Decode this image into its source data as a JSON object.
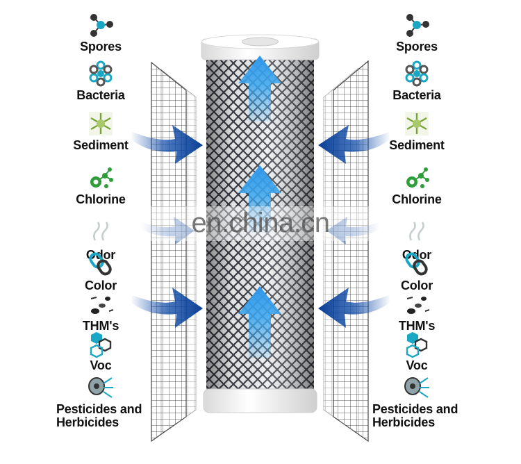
{
  "watermark": "en.china.cn",
  "contaminants": {
    "left": [
      {
        "label": "Spores",
        "icon": "spores-molecule-icon"
      },
      {
        "label": "Bacteria",
        "icon": "bacteria-ring-icon"
      },
      {
        "label": "Sediment",
        "icon": "sediment-crystal-icon"
      },
      {
        "label": "Chlorine",
        "icon": "chlorine-molecule-icon"
      },
      {
        "label": "Odor",
        "icon": "odor-icon"
      },
      {
        "label": "Color",
        "icon": "color-chain-icon"
      },
      {
        "label": "THM's",
        "icon": "thm-particles-icon"
      },
      {
        "label": "Voc",
        "icon": "voc-hexagons-icon"
      },
      {
        "label": "Pesticides and Herbicides",
        "icon": "pesticide-cell-icon"
      }
    ],
    "right": [
      {
        "label": "Spores",
        "icon": "spores-molecule-icon"
      },
      {
        "label": "Bacteria",
        "icon": "bacteria-ring-icon"
      },
      {
        "label": "Sediment",
        "icon": "sediment-crystal-icon"
      },
      {
        "label": "Chlorine",
        "icon": "chlorine-molecule-icon"
      },
      {
        "label": "Odor",
        "icon": "odor-icon"
      },
      {
        "label": "Color",
        "icon": "color-chain-icon"
      },
      {
        "label": "THM's",
        "icon": "thm-particles-icon"
      },
      {
        "label": "Voc",
        "icon": "voc-hexagons-icon"
      },
      {
        "label": "Pesticides and Herbicides",
        "icon": "pesticide-cell-icon"
      }
    ]
  },
  "colors": {
    "flow_arrow_dark": "#0d4aa8",
    "flow_arrow_light": "#3aa6ef",
    "cartridge_cap": "#f4f4f4",
    "carbon_mesh": "#3c3f45",
    "icon_teal": "#1aa7c4",
    "icon_green": "#2e9e3a"
  }
}
